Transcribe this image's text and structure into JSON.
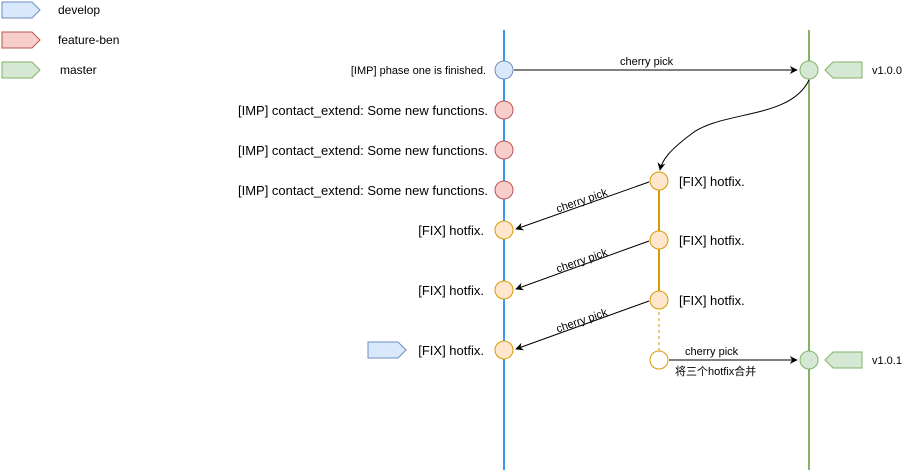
{
  "legend": {
    "items": [
      {
        "label": "develop",
        "fill": "#dae8fc",
        "stroke": "#6c8ebf"
      },
      {
        "label": "feature-ben",
        "fill": "#f8cecc",
        "stroke": "#b85450"
      },
      {
        "label": "master",
        "fill": "#d5e8d4",
        "stroke": "#82b366"
      }
    ]
  },
  "colors": {
    "develop_line": "#3c9ae8",
    "master_line": "#82b366",
    "hotfix_line": "#d79b00",
    "develop_fill": "#dae8fc",
    "develop_stroke": "#6c8ebf",
    "feature_fill": "#f8cecc",
    "feature_stroke": "#b85450",
    "master_fill": "#d5e8d4",
    "master_stroke": "#82b366",
    "hotfix_fill": "#ffe6cc",
    "hotfix_stroke": "#d79b00"
  },
  "develop_commits": [
    "[IMP] phase one is finished.",
    "[IMP] contact_extend: Some new functions.",
    "[IMP] contact_extend: Some new functions.",
    "[IMP] contact_extend: Some new functions.",
    "[FIX] hotfix.",
    "[FIX] hotfix.",
    "[FIX] hotfix."
  ],
  "hotfix_commits": [
    "[FIX] hotfix.",
    "[FIX] hotfix.",
    "[FIX] hotfix."
  ],
  "master_tags": [
    "v1.0.0",
    "v1.0.1"
  ],
  "arrows": {
    "cherry_pick_top": "cherry pick",
    "cherry_pick_1": "cherry pick",
    "cherry_pick_2": "cherry pick",
    "cherry_pick_3": "cherry pick",
    "cherry_pick_merge": "cherry pick",
    "merge_note": "将三个hotfix合并"
  }
}
